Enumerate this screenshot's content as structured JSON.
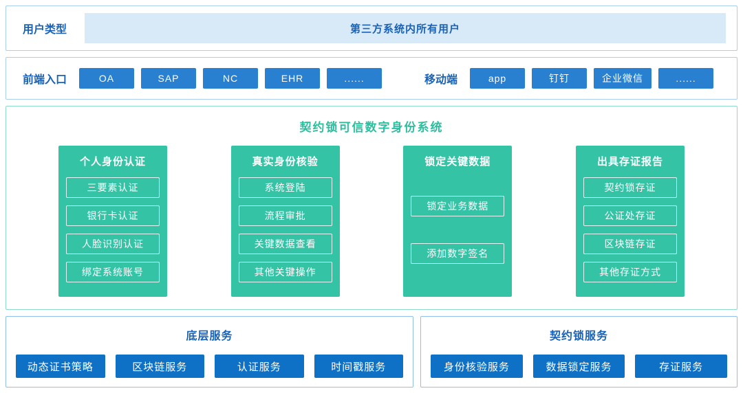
{
  "user_type_row": {
    "label": "用户类型",
    "value": "第三方系统内所有用户"
  },
  "frontend_row": {
    "label": "前端入口",
    "web_entries": [
      "OA",
      "SAP",
      "NC",
      "EHR",
      "......"
    ],
    "mobile_label": "移动端",
    "mobile_entries": [
      "app",
      "钉钉",
      "企业微信",
      "......"
    ]
  },
  "main_system": {
    "title": "契约锁可信数字身份系统",
    "columns": [
      {
        "title": "个人身份认证",
        "items": [
          "三要素认证",
          "银行卡认证",
          "人脸识别认证",
          "绑定系统账号"
        ]
      },
      {
        "title": "真实身份核验",
        "items": [
          "系统登陆",
          "流程审批",
          "关键数据查看",
          "其他关键操作"
        ]
      },
      {
        "title": "锁定关键数据",
        "items": [
          "锁定业务数据",
          "添加数字签名"
        ]
      },
      {
        "title": "出具存证报告",
        "items": [
          "契约锁存证",
          "公证处存证",
          "区块链存证",
          "其他存证方式"
        ]
      }
    ]
  },
  "base_services": {
    "title": "底层服务",
    "items": [
      "动态证书策略",
      "区块链服务",
      "认证服务",
      "时间戳服务"
    ]
  },
  "qys_services": {
    "title": "契约锁服务",
    "items": [
      "身份核验服务",
      "数据锁定服务",
      "存证服务"
    ]
  },
  "colors": {
    "label_blue": "#1a62b5",
    "border_blue": "#a9cfee",
    "border_blue_strong": "#8fc0e8",
    "button_blue": "#2a80d0",
    "service_blue": "#0f71c5",
    "light_blue": "#d8eaf8",
    "teal": "#35c3a6",
    "title_green": "#2bbf9e",
    "border_green": "#8edcc7"
  }
}
